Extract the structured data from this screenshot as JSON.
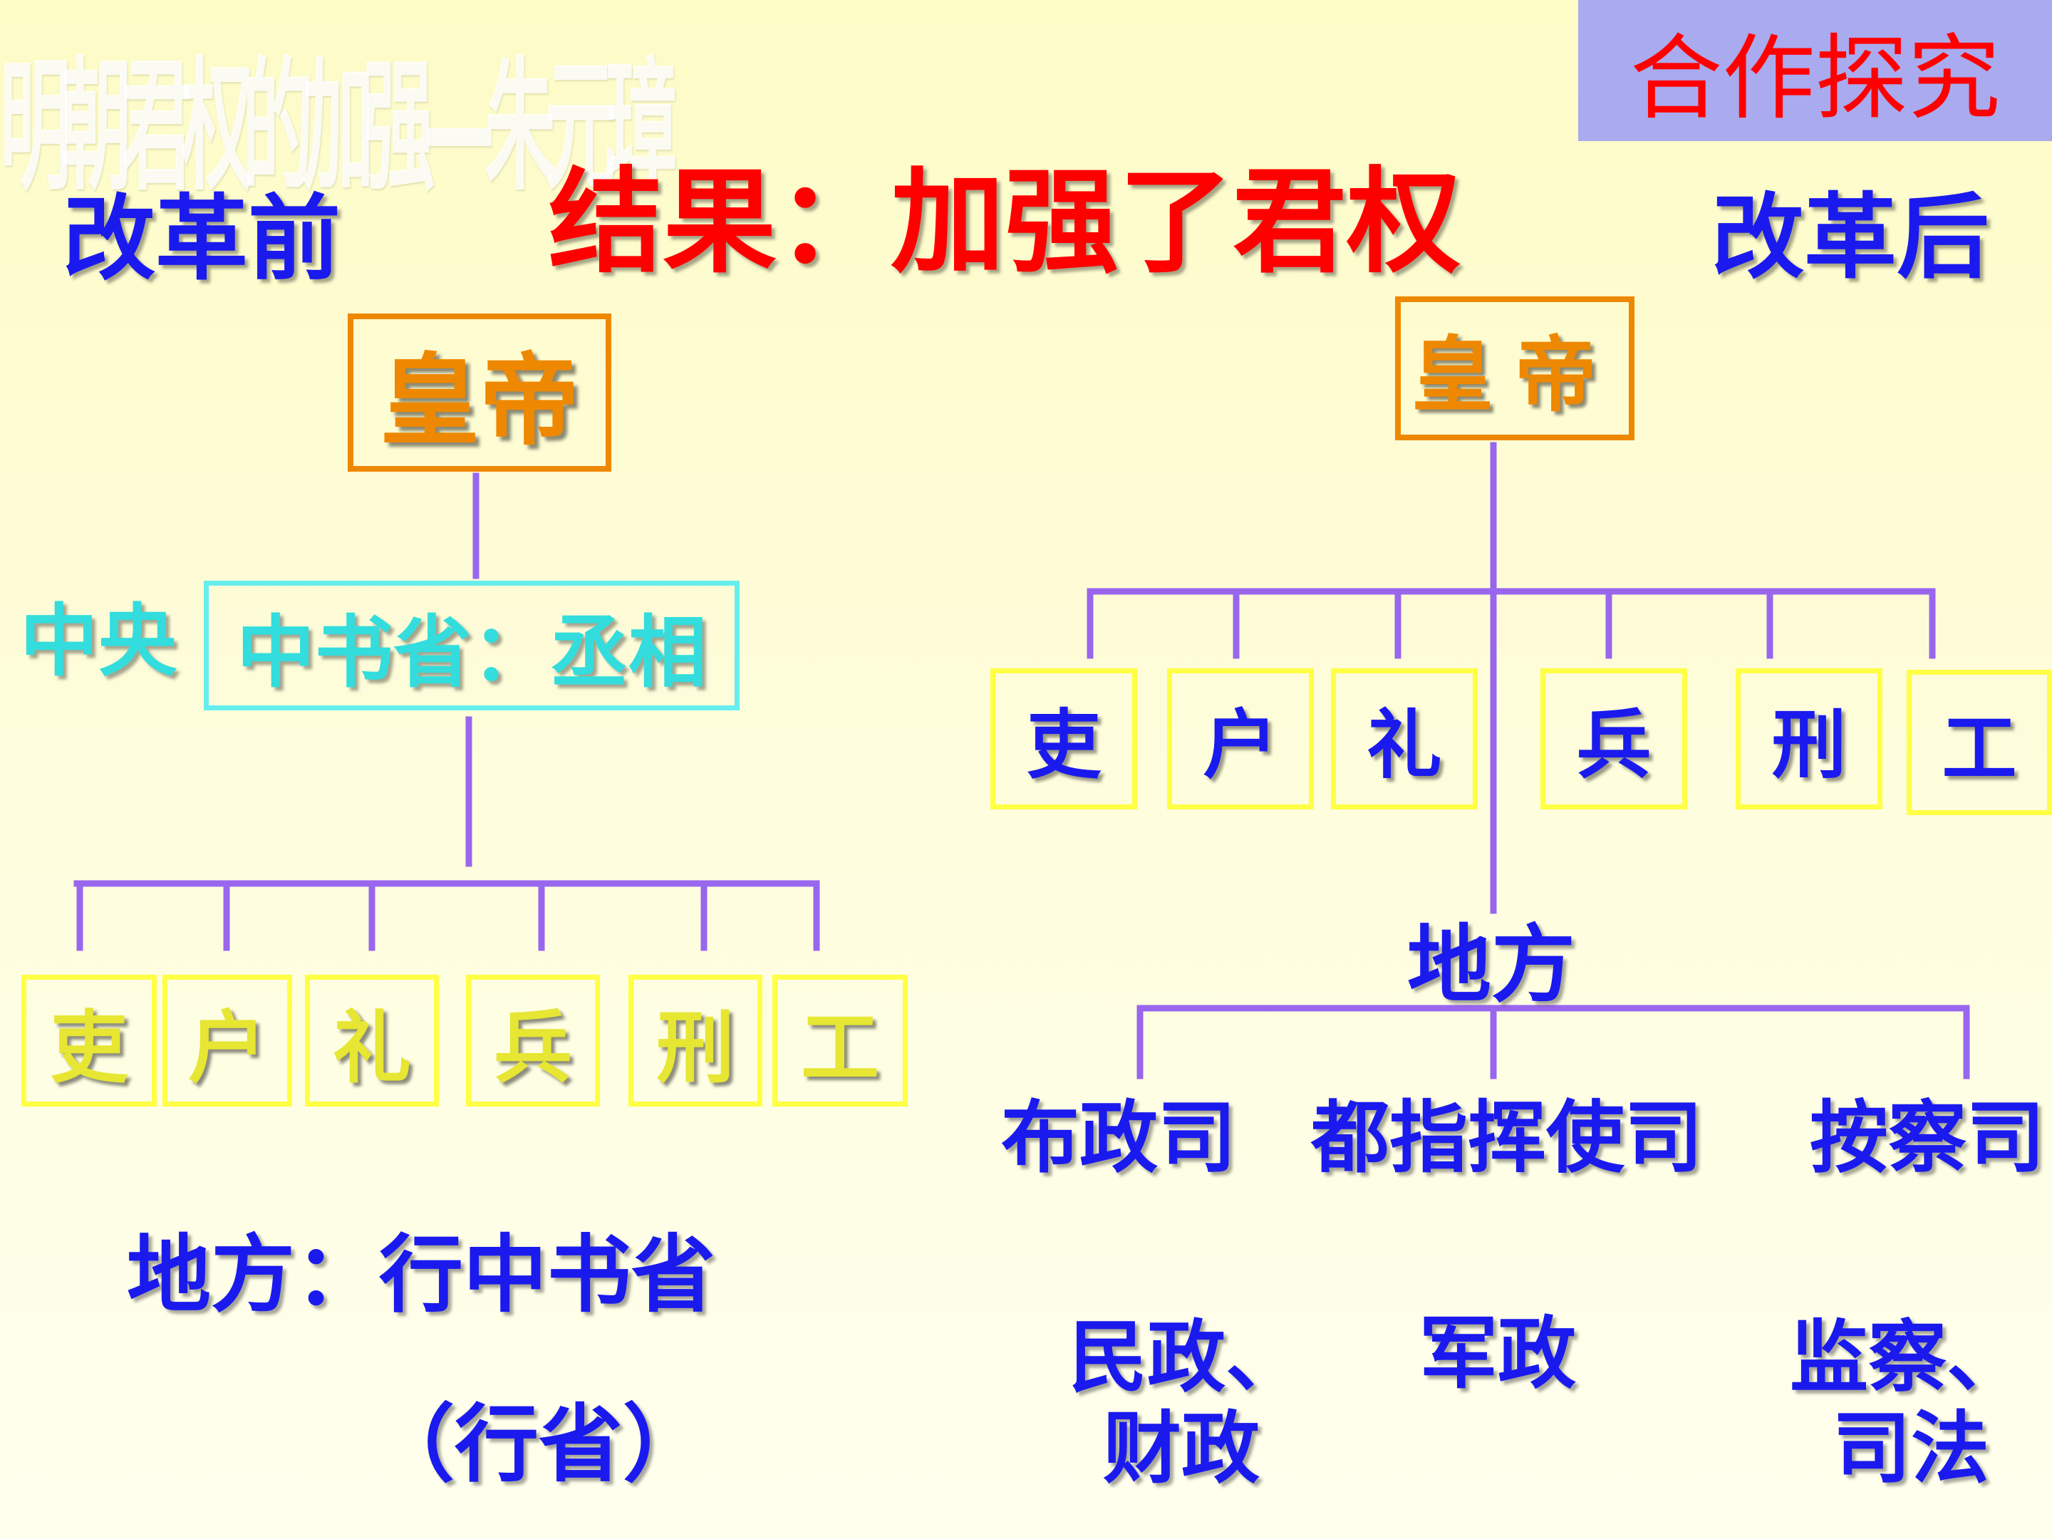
{
  "header": {
    "page_title": "明朝君权的加强—朱元璋",
    "badge": "合作探究",
    "result": "结果：加强了君权",
    "before_label": "改革前",
    "after_label": "改革后"
  },
  "before": {
    "emperor": "皇帝",
    "central_label": "中央",
    "central_box": "中书省：丞相",
    "ministries": [
      "吏",
      "户",
      "礼",
      "兵",
      "刑",
      "工"
    ],
    "local_line1": "地方：行中书省",
    "local_line2": "（行省）"
  },
  "after": {
    "emperor": "皇帝",
    "ministries": [
      "吏",
      "户",
      "礼",
      "兵",
      "刑",
      "工"
    ],
    "local_label": "地方",
    "offices": [
      "布政司",
      "都指挥使司",
      "按察司"
    ],
    "duties": [
      {
        "line1": "民政、",
        "line2": "财政"
      },
      {
        "line1": "军政",
        "line2": ""
      },
      {
        "line1": "监察、",
        "line2": "司法"
      }
    ]
  },
  "colors": {
    "connector": "#9966ee",
    "emperor_border": "#ee8800",
    "central_border": "#66eeee",
    "ministry_border": "#ffff44",
    "title_red": "#ff0000",
    "label_blue": "#1a1aee"
  }
}
